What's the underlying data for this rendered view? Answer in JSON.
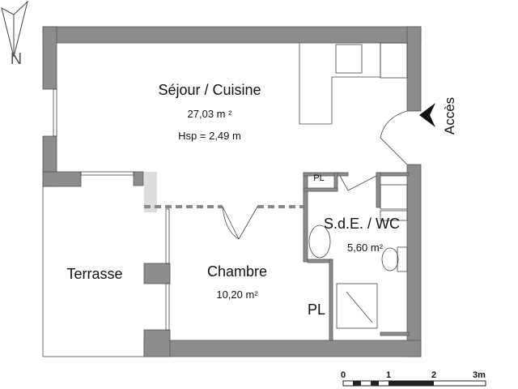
{
  "rooms": {
    "sejour": {
      "name": "Séjour / Cuisine",
      "area": "27,03 m ²",
      "height": "Hsp = 2,49 m"
    },
    "chambre": {
      "name": "Chambre",
      "area": "10,20 m²"
    },
    "sde": {
      "name": "S.d.E. / WC",
      "area": "5,60 m²"
    },
    "terrasse": {
      "name": "Terrasse"
    },
    "placard_small": {
      "name": "PL"
    },
    "placard_large": {
      "name": "PL"
    }
  },
  "entrance": {
    "label": "Accès"
  },
  "compass": {
    "label": "N"
  },
  "scale": {
    "ticks": [
      "0",
      "1",
      "2",
      "3m"
    ]
  },
  "colors": {
    "wall": "#8c8c8c",
    "line": "#444444"
  }
}
